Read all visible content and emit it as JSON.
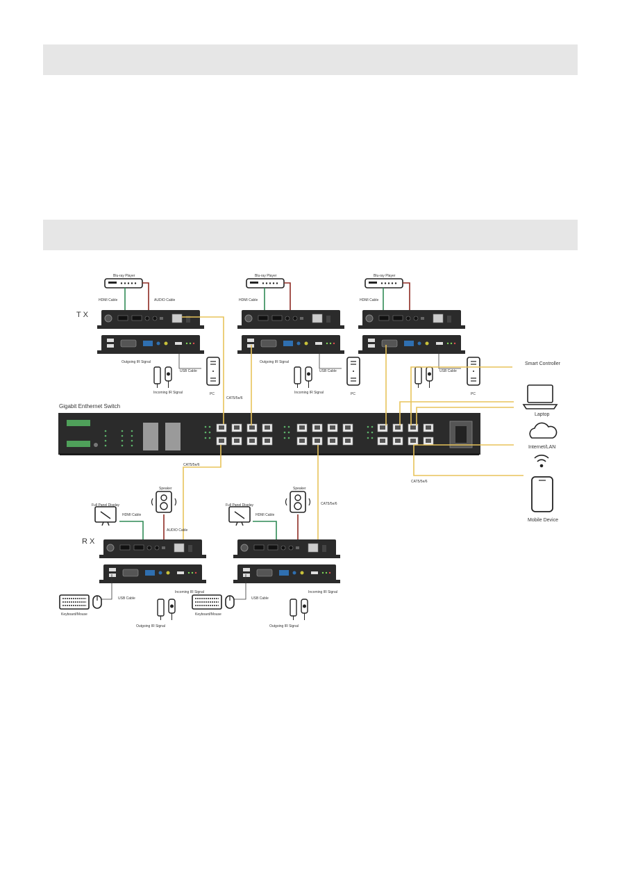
{
  "sections": [
    {
      "heading": ""
    },
    {
      "heading": ""
    }
  ],
  "tx": {
    "side_label": "T X",
    "units": [
      {
        "source": "Blu-ray Player",
        "hdmi": "HDMI Cable",
        "audio": "AUDIO Cable",
        "ir_out": "Outgoing IR Signal",
        "ir_in": "Incoming IR Signal",
        "usb": "USB Cable",
        "pc": "PC"
      },
      {
        "source": "Blu-ray Player",
        "hdmi": "HDMI Cable",
        "audio": "",
        "ir_out": "Outgoing IR Signal",
        "ir_in": "Incoming IR Signal",
        "usb": "USB Cable",
        "pc": "PC"
      },
      {
        "source": "Blu-ray Player",
        "hdmi": "HDMI Cable",
        "audio": "",
        "ir_out": "",
        "ir_in": "",
        "usb": "USB Cable",
        "pc": "PC"
      }
    ]
  },
  "switch": {
    "title": "Gigabit Enthernet Switch"
  },
  "cables": {
    "cat_tx": "CAT5/5e/6",
    "cat_rx": "CAT5/5e/6",
    "cat_rx2": "CAT5/5e/6",
    "cat_right": "CAT5/5e/6"
  },
  "right_devices": {
    "controller": "Smart Controller",
    "laptop": "Laptop",
    "internet": "Internet/LAN",
    "mobile": "Mobile Device"
  },
  "rx": {
    "side_label": "R X",
    "units": [
      {
        "display": "Full Panel Display",
        "hdmi": "HDMI Cable",
        "speaker": "Speaker",
        "audio": "AUDIO Cable",
        "usb": "USB Cable",
        "ir_in": "Incoming IR Signal",
        "ir_out": "Outgoing IR Signal",
        "keyboard": "Keyboard/Mouse"
      },
      {
        "display": "Full Panel Display",
        "hdmi": "HDMI Cable",
        "speaker": "Speaker",
        "audio": "",
        "usb": "USB Cable",
        "ir_in": "Incoming IR Signal",
        "ir_out": "Outgoing IR Signal",
        "keyboard": "Keyboard/Mouse"
      }
    ]
  },
  "colors": {
    "cat_cable": "#e8c35a",
    "hdmi_cable": "#2f8a55",
    "audio_cable": "#8e2a22",
    "device": "#2b2b2b"
  }
}
